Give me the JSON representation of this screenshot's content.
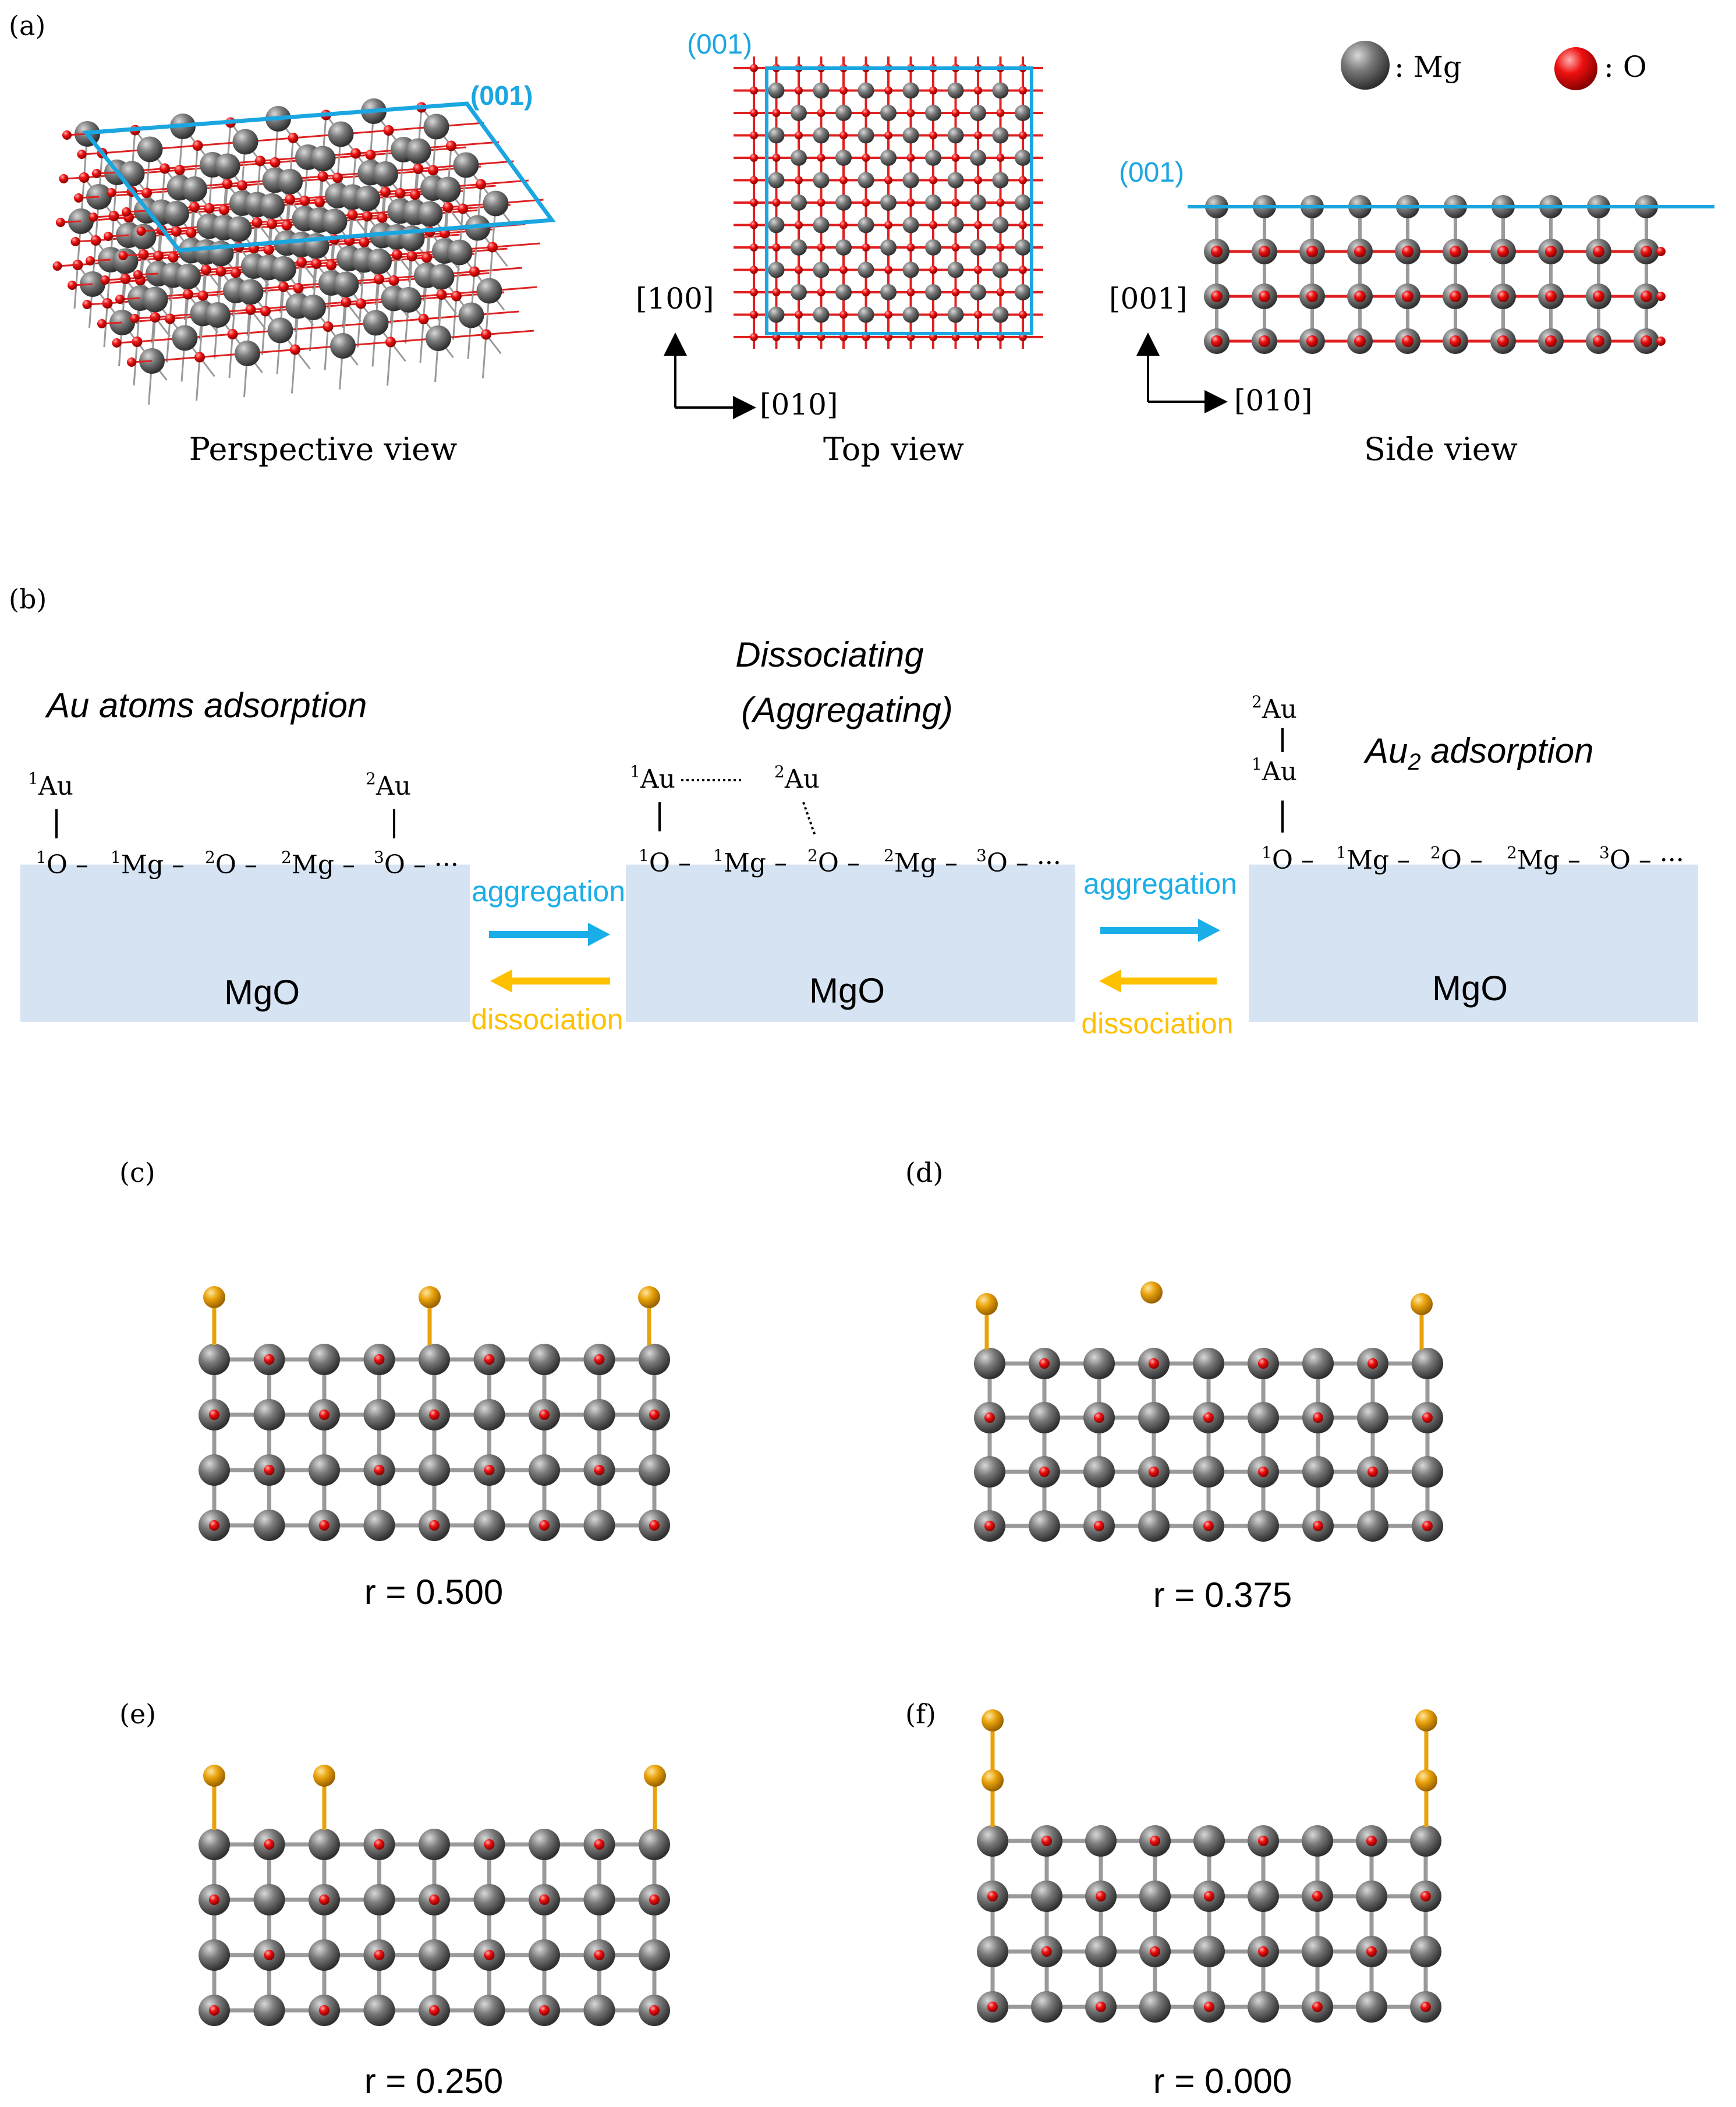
{
  "panels": {
    "a": {
      "label": "(a)"
    },
    "b": {
      "label": "(b)"
    },
    "c": {
      "label": "(c)",
      "caption": "r = 0.500"
    },
    "d": {
      "label": "(d)",
      "caption": "r = 0.375"
    },
    "e": {
      "label": "(e)",
      "caption": "r = 0.250"
    },
    "f": {
      "label": "(f)",
      "caption": "r = 0.000"
    }
  },
  "panel_a": {
    "perspective_plane": "(001)",
    "top_plane": "(001)",
    "side_plane": "(001)",
    "top_vertical_axis": "[100]",
    "top_horizontal_axis": "[010]",
    "side_vertical_axis": "[001]",
    "side_horizontal_axis": "[010]",
    "captions": [
      "Perspective view",
      "Top view",
      "Side view"
    ],
    "legend": {
      "mg": ": Mg",
      "o": ": O"
    }
  },
  "panel_b": {
    "stage_titles": [
      "Au atoms adsorption",
      "Dissociating",
      "(Aggregating)"
    ],
    "au2_title_main": "Au",
    "au2_title_sub": "2",
    "au2_title_rest": " adsorption",
    "substrate": "MgO",
    "forward": "aggregation",
    "backward": "dissociation",
    "atom_au": "Au",
    "atom_o": "O",
    "atom_mg": "Mg",
    "sup1": "1",
    "sup2": "2",
    "sup3": "3",
    "dash": "–",
    "ellipsis": "– ···"
  },
  "colors": {
    "plane": "#1aa6e0",
    "mgo_box": "#d6e3f3",
    "aggregation_arrow": "#1aaee8",
    "dissociation_arrow": "#ffc000",
    "mg": "#6e6e6e",
    "o": "#e50000",
    "au": "#e8a20a"
  }
}
